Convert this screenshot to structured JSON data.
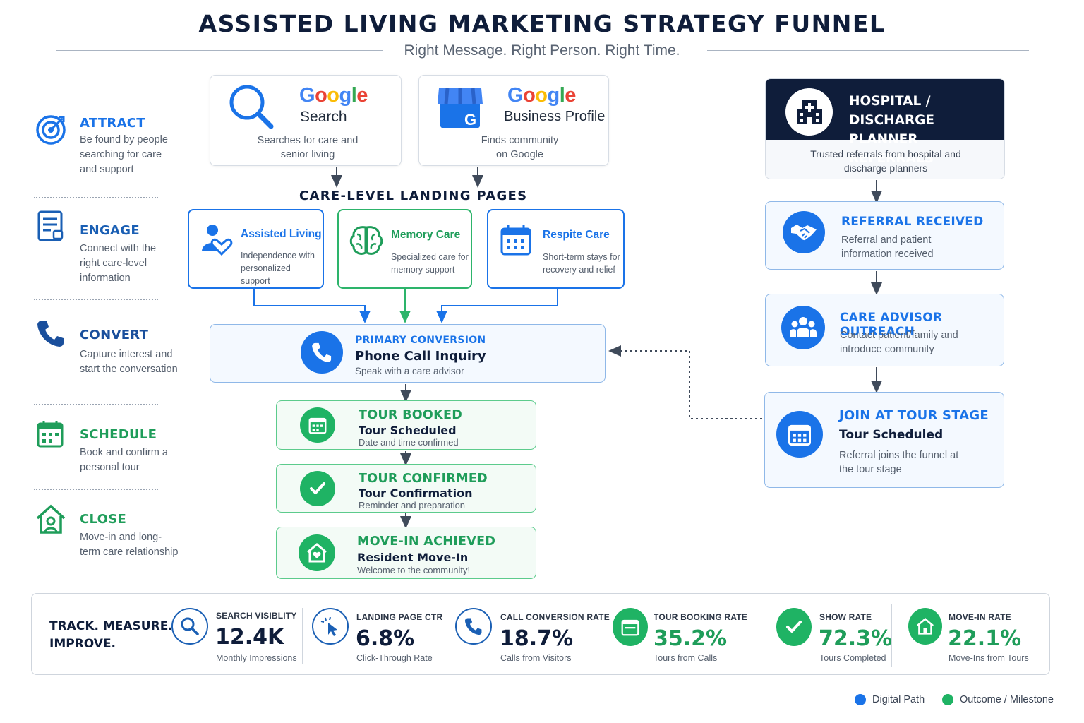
{
  "header": {
    "title": "ASSISTED LIVING MARKETING STRATEGY FUNNEL",
    "subtitle": "Right Message. Right Person. Right Time."
  },
  "stages": [
    {
      "title": "ATTRACT",
      "desc": "Be found by people searching for care and support",
      "color": "#1a73e8",
      "icon": "target-icon"
    },
    {
      "title": "ENGAGE",
      "desc": "Connect with the right care-level information",
      "color": "#1a5fb4",
      "icon": "document-icon"
    },
    {
      "title": "CONVERT",
      "desc": "Capture interest and start the conversation",
      "color": "#1a4f9c",
      "icon": "phone-icon"
    },
    {
      "title": "SCHEDULE",
      "desc": "Book and confirm a personal tour",
      "color": "#1f9d5a",
      "icon": "calendar-icon"
    },
    {
      "title": "CLOSE",
      "desc": "Move-in and long-term care relationship",
      "color": "#1f9d5a",
      "icon": "home-icon"
    }
  ],
  "sources": {
    "google_search": {
      "brand": "Google",
      "product": "Search",
      "desc": "Searches for care and senior living"
    },
    "google_business": {
      "brand": "Google",
      "product": "Business Profile",
      "desc": "Finds community on Google"
    }
  },
  "landing": {
    "heading": "CARE-LEVEL LANDING PAGES",
    "pages": [
      {
        "title": "Assisted Living",
        "desc": "Independence with personalized support",
        "color": "#1a73e8"
      },
      {
        "title": "Memory Care",
        "desc": "Specialized care for memory support",
        "color": "#1f9d5a"
      },
      {
        "title": "Respite Care",
        "desc": "Short-term stays for recovery and relief",
        "color": "#1a73e8"
      }
    ]
  },
  "conversion": {
    "kicker": "PRIMARY CONVERSION",
    "main": "Phone Call Inquiry",
    "sub": "Speak with a care advisor"
  },
  "funnel": [
    {
      "kicker": "TOUR BOOKED",
      "main": "Tour Scheduled",
      "sub": "Date and time confirmed"
    },
    {
      "kicker": "TOUR CONFIRMED",
      "main": "Tour Confirmation",
      "sub": "Reminder and preparation"
    },
    {
      "kicker": "MOVE-IN ACHIEVED",
      "main": "Resident Move-In",
      "sub": "Welcome to the community!"
    }
  ],
  "referral": {
    "header": "HOSPITAL / DISCHARGE PLANNER REFERRALS",
    "header_line1": "HOSPITAL / DISCHARGE",
    "header_line2": "PLANNER REFERRALS",
    "desc": "Trusted referrals from hospital and discharge planners",
    "steps": [
      {
        "kicker": "REFERRAL RECEIVED",
        "desc": "Referral and patient information received"
      },
      {
        "kicker": "CARE ADVISOR OUTREACH",
        "desc": "Contact patient/family and introduce community"
      },
      {
        "kicker": "JOIN AT TOUR STAGE",
        "main": "Tour Scheduled",
        "desc": "Referral joins the funnel at the tour stage"
      }
    ]
  },
  "metrics": {
    "heading_line1": "TRACK. MEASURE.",
    "heading_line2": "IMPROVE.",
    "items": [
      {
        "label": "SEARCH VISIBLITY",
        "value": "12.4K",
        "sub": "Monthly Impressions",
        "color": "#0f1d3a"
      },
      {
        "label": "LANDING PAGE CTR",
        "value": "6.8%",
        "sub": "Click-Through Rate",
        "color": "#0f1d3a"
      },
      {
        "label": "CALL CONVERSION RATE",
        "value": "18.7%",
        "sub": "Calls from Visitors",
        "color": "#0f1d3a"
      },
      {
        "label": "TOUR BOOKING RATE",
        "value": "35.2%",
        "sub": "Tours from Calls",
        "color": "#1f9d5a"
      },
      {
        "label": "SHOW RATE",
        "value": "72.3%",
        "sub": "Tours Completed",
        "color": "#1f9d5a"
      },
      {
        "label": "MOVE-IN RATE",
        "value": "22.1%",
        "sub": "Move-Ins from Tours",
        "color": "#1f9d5a"
      }
    ]
  },
  "legend": {
    "digital": "Digital Path",
    "outcome": "Outcome / Milestone",
    "digital_color": "#1a73e8",
    "outcome_color": "#1fb364"
  }
}
